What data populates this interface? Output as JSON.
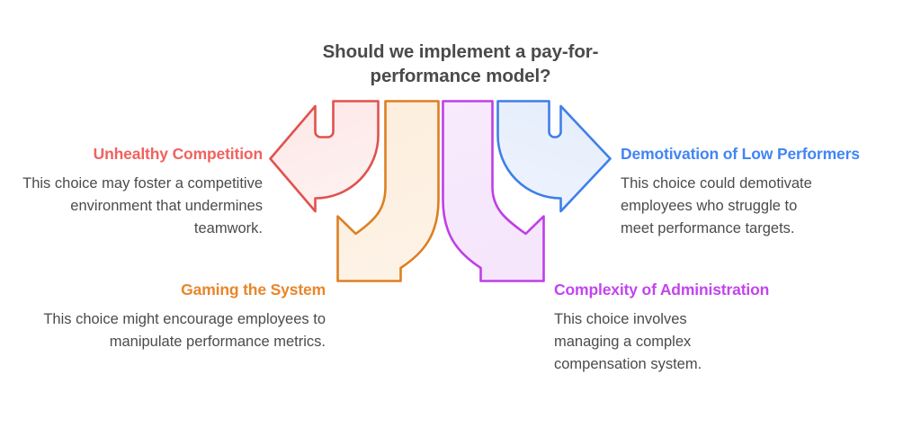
{
  "diagram": {
    "type": "four-branch-arrow-diagram",
    "title": "Should we implement a pay-for-performance model?",
    "background_color": "#ffffff",
    "title_color": "#4a4a4a",
    "body_color": "#4b4b4b",
    "branches": [
      {
        "id": "unhealthy-competition",
        "heading": "Unhealthy Competition",
        "body": "This choice may foster a competitive environment that undermines teamwork.",
        "color": "#F0625F",
        "stroke": "#E0524E",
        "fill": "#FDEBEA",
        "direction": "left"
      },
      {
        "id": "gaming-the-system",
        "heading": "Gaming the System",
        "body": "This choice might encourage employees to manipulate performance metrics.",
        "color": "#E8862A",
        "stroke": "#DE7F22",
        "fill": "#FDEEDC",
        "direction": "down-left"
      },
      {
        "id": "complexity-of-administration",
        "heading": "Complexity of Administration",
        "body": "This choice involves managing a complex compensation system.",
        "color": "#C344EE",
        "stroke": "#BE3FE8",
        "fill": "#F7E9FC",
        "direction": "down-right"
      },
      {
        "id": "demotivation-of-low-performers",
        "heading": "Demotivation of Low Performers",
        "body": "This choice could demotivate employees who struggle to meet performance targets.",
        "color": "#4285F4",
        "stroke": "#3F7FE8",
        "fill": "#E6EFFC",
        "direction": "right"
      }
    ]
  }
}
